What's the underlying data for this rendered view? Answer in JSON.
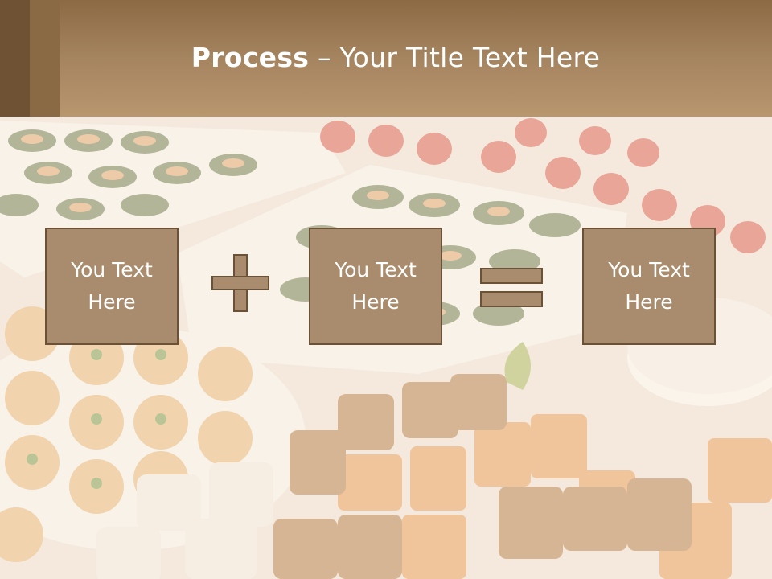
{
  "slide": {
    "title_bold": "Process",
    "title_rest": " – Your Title Text Here"
  },
  "process": {
    "box1": "You Text Here",
    "operator1": "plus",
    "box2": "You Text Here",
    "operator2": "equals",
    "box3": "You Text Here"
  },
  "colors": {
    "header": "#a58460",
    "box_fill": "#a88c6d",
    "box_border": "#6b5236"
  }
}
